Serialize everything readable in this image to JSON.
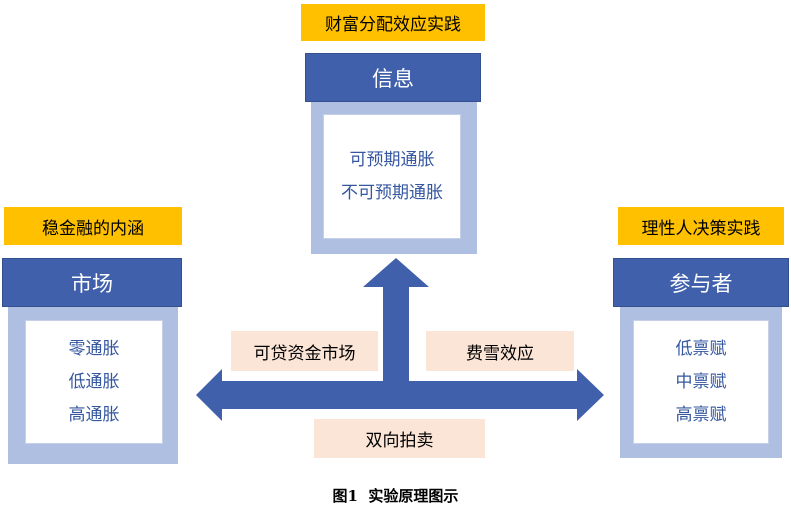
{
  "top": {
    "tag": "财富分配效应实践",
    "header": "信息",
    "items": [
      "可预期通胀",
      "不可预期通胀"
    ]
  },
  "left": {
    "tag": "稳金融的内涵",
    "header": "市场",
    "items": [
      "零通胀",
      "低通胀",
      "高通胀"
    ]
  },
  "right": {
    "tag": "理性人决策实践",
    "header": "参与者",
    "items": [
      "低禀赋",
      "中禀赋",
      "高禀赋"
    ]
  },
  "arrow_labels": {
    "left": "可贷资金市场",
    "right": "费雪效应",
    "bottom": "双向拍卖"
  },
  "caption": "图1  实验原理图示",
  "colors": {
    "tag": "#ffc000",
    "header": "#4060ac",
    "panel": "#aebfe1",
    "arrow": "#4060ac",
    "label_bg": "#fbe5d6",
    "item_text": "#3557a0"
  }
}
